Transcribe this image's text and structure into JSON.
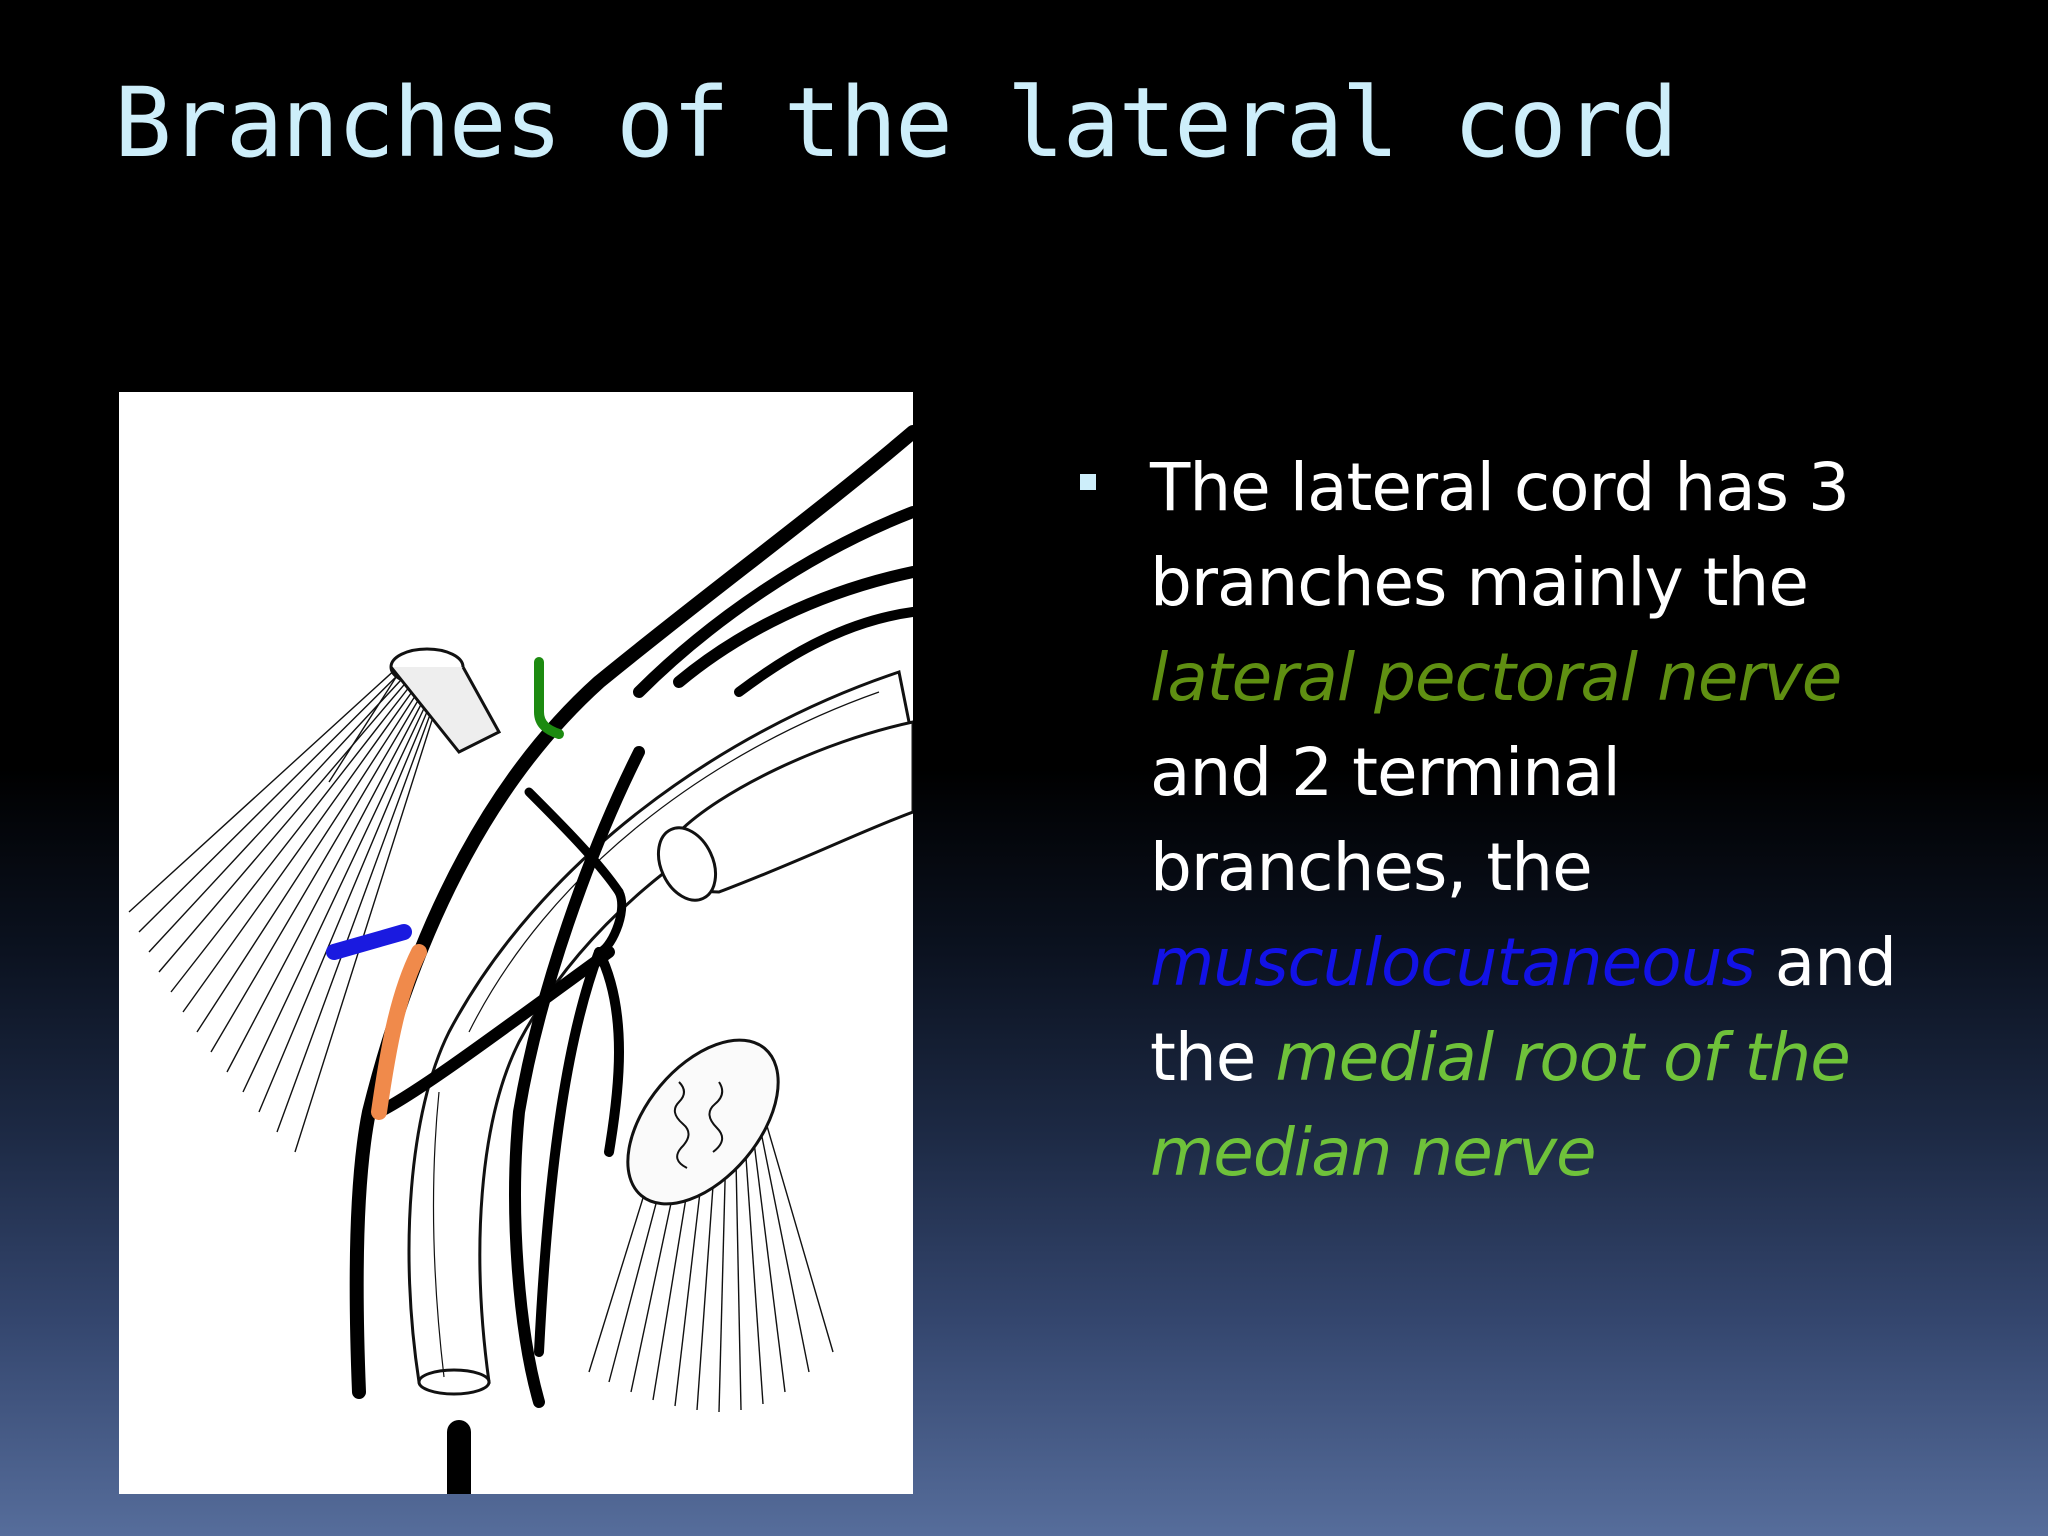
{
  "slide": {
    "title": "Branches of the lateral cord"
  },
  "figure": {
    "kind": "anatomical-illustration-brachial-plexus-lateral-cord"
  },
  "bullet": {
    "line_1": "The lateral cord has 3",
    "line_2": "branches mainly the",
    "lateral_pectoral": "lateral pectoral nerve",
    "line_4": "and 2 terminal",
    "line_5": "branches, the",
    "musculocutaneous": "musculocutaneous",
    "and_word": " and",
    "the_word": "the ",
    "medial_root_1": "medial root of the",
    "medial_root_2": "median nerve"
  },
  "colors": {
    "title": "#cdeefa",
    "body_text": "#ffffff",
    "lateral_pectoral": "#5f8f12",
    "musculocutaneous": "#1212e6",
    "medial_root": "#6fc23a",
    "figure_orange": "#f08a4b",
    "figure_blue": "#1a1ae0",
    "figure_green": "#1c8a10"
  }
}
